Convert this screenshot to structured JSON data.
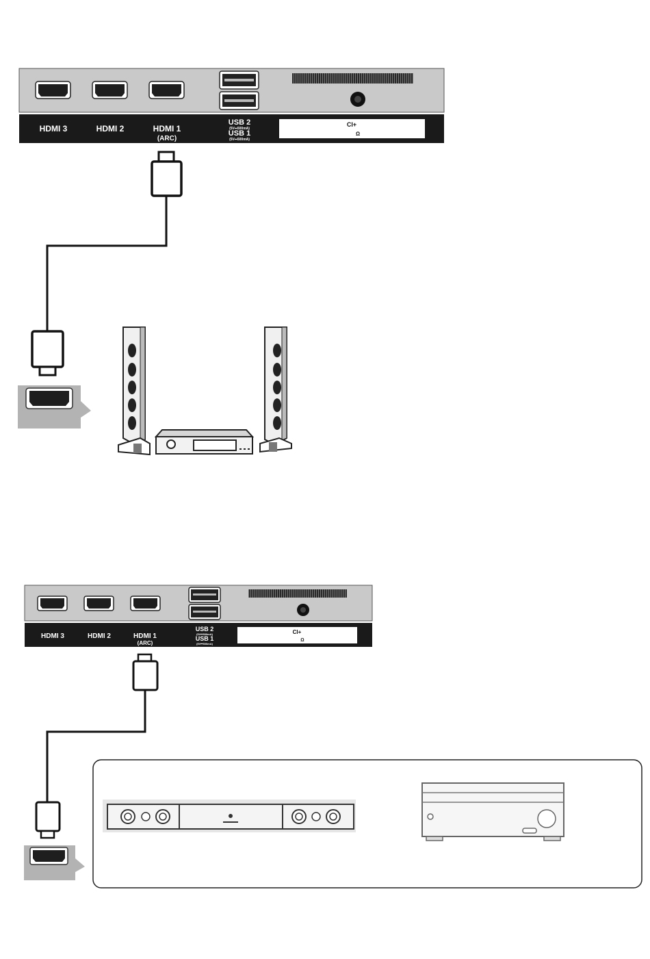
{
  "colors": {
    "panel_face": "#c9c9c9",
    "label_strip": "#1a1a1a",
    "cable": "#111111",
    "device_grey": "#b3b3b3",
    "device_light": "#eeeeee"
  },
  "panels": [
    {
      "ports": [
        {
          "label": "HDMI 3",
          "sub": ""
        },
        {
          "label": "HDMI 2",
          "sub": ""
        },
        {
          "label": "HDMI 1",
          "sub": "(ARC)"
        }
      ],
      "usb": {
        "usb2": "USB 2",
        "usb2_spec": "(5V⎓500mA)",
        "usb1": "USB 1",
        "usb1_spec": "(5V⎓500mA)"
      },
      "ci": {
        "label": "CI+",
        "headphone": "Ω"
      }
    },
    {
      "ports": [
        {
          "label": "HDMI 3",
          "sub": ""
        },
        {
          "label": "HDMI 2",
          "sub": ""
        },
        {
          "label": "HDMI 1",
          "sub": "(ARC)"
        }
      ],
      "usb": {
        "usb2": "USB 2",
        "usb2_spec": "(5V⎓500mA)",
        "usb1": "USB 1",
        "usb1_spec": "(5V⎓500mA)"
      },
      "ci": {
        "label": "CI+",
        "headphone": "Ω"
      }
    }
  ],
  "devices": {
    "diagram1": [
      "tower-speaker-left-icon",
      "av-receiver-icon",
      "tower-speaker-right-icon"
    ],
    "diagram2": [
      "soundbar-icon",
      "amplifier-icon"
    ]
  }
}
